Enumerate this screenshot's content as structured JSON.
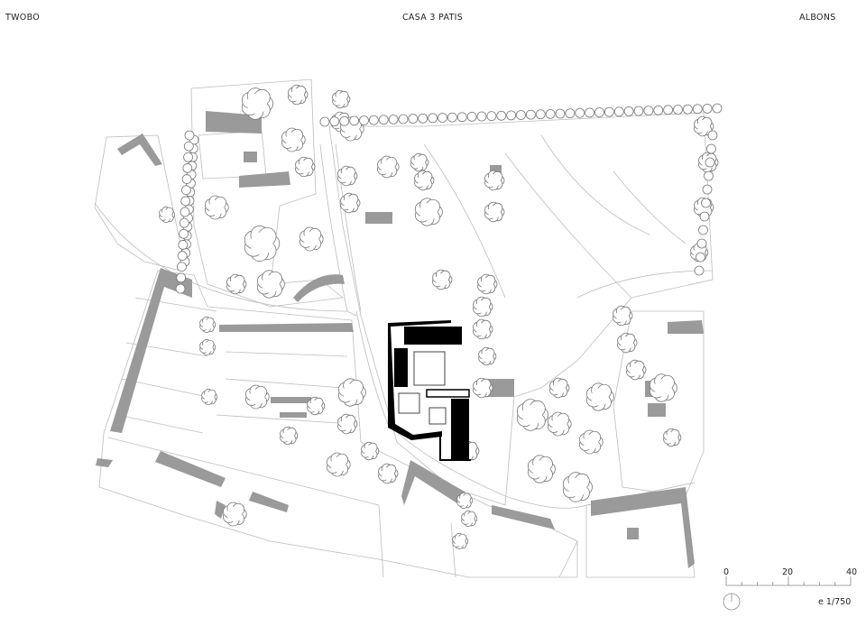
{
  "header": {
    "left": "TWOBO",
    "center": "CASA 3 PATIS",
    "right": "ALBONS"
  },
  "scale_bar": {
    "ticks": [
      "0",
      "20",
      "40"
    ],
    "unit_max": 40,
    "scale_text": "e 1/750"
  },
  "colors": {
    "project": "#000000",
    "existing_buildings": "#9a9a9a",
    "lines": "#b5b5b5"
  },
  "icons": {
    "north": "north-arrow-icon"
  }
}
